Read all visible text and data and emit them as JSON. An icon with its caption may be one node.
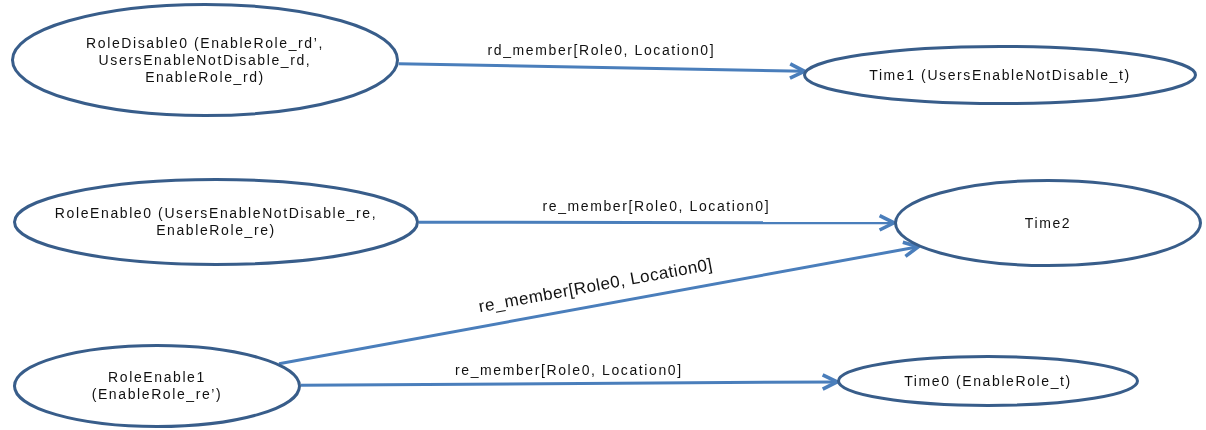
{
  "diagram": {
    "nodes": [
      {
        "text": [
          "RoleDisable0 (EnableRole_rd’, UsersEnableNotDisable_rd, EnableRole_rd)"
        ]
      },
      {
        "text": [
          "Time1 (UsersEnableNotDisable_t)"
        ]
      },
      {
        "text": [
          "RoleEnable0 (UsersEnableNotDisable_re, EnableRole_re)"
        ]
      },
      {
        "text": [
          "Time2"
        ]
      },
      {
        "text": [
          "RoleEnable1 (EnableRole_re’)"
        ]
      },
      {
        "text": [
          "Time0 (EnableRole_t)"
        ]
      }
    ],
    "edges": [
      {
        "from": 0,
        "to": 1,
        "arrow": "to",
        "label": "rd_member[Role0, Location0]"
      },
      {
        "from": 2,
        "to": 3,
        "arrow": "to",
        "label": "re_member[Role0, Location0]"
      },
      {
        "from": 4,
        "to": 3,
        "arrow": "to",
        "label": "re_member[Role0, Location0]"
      },
      {
        "from": 4,
        "to": 5,
        "arrow": "to",
        "label": "re_member[Role0, Location0]"
      }
    ]
  }
}
